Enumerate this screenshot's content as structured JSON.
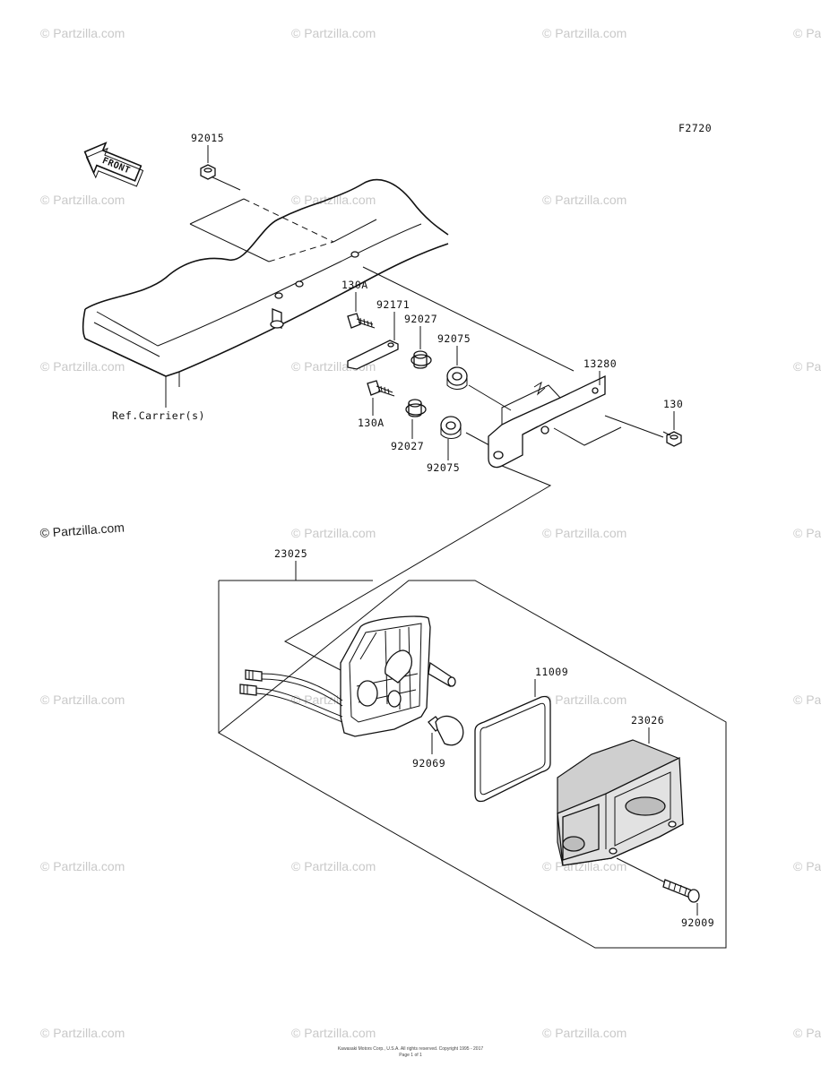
{
  "figure_code": "F2720",
  "front_arrow_label": "FRONT",
  "ref_label": "Ref.Carrier(s)",
  "parts": {
    "p92015": "92015",
    "p130A_top": "130A",
    "p92171": "92171",
    "p92027_top": "92027",
    "p92075_top": "92075",
    "p13280": "13280",
    "p130": "130",
    "p130A_bottom": "130A",
    "p92027_bottom": "92027",
    "p92075_bottom": "92075",
    "p23025": "23025",
    "p11009": "11009",
    "p23026": "23026",
    "p92069": "92069",
    "p92009": "92009"
  },
  "watermark": "© Partzilla.com",
  "footer": {
    "line1": "Kawasaki Motors Corp., U.S.A. All rights reserved. Copyright 1995 - 2017",
    "line2": "Page 1 of 1"
  }
}
